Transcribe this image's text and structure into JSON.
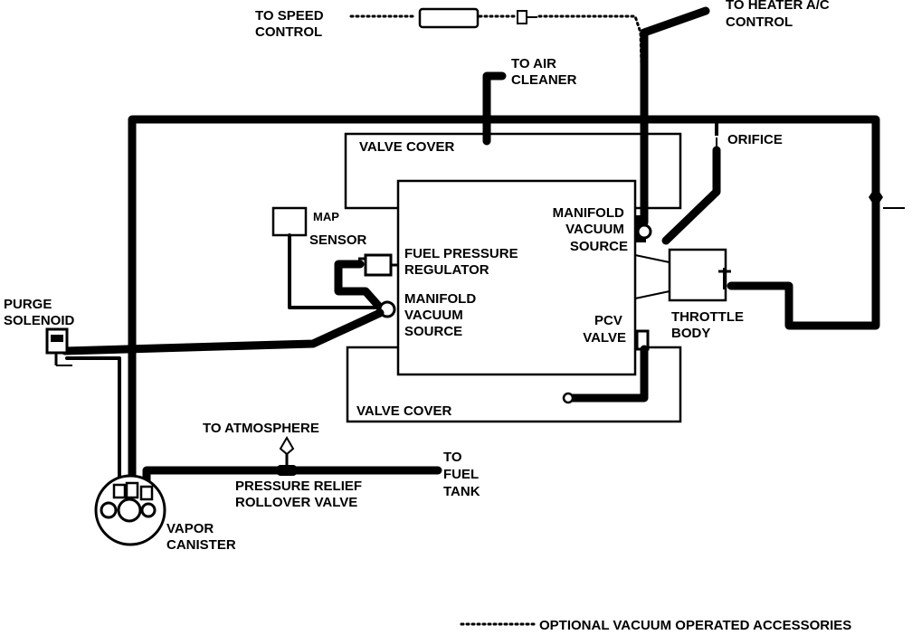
{
  "labels": {
    "to_speed_control": [
      "TO SPEED",
      "CONTROL"
    ],
    "to_heater_ac_control": [
      "TO HEATER A/C",
      "CONTROL"
    ],
    "to_air_cleaner": [
      "TO AIR",
      "CLEANER"
    ],
    "valve_cover_top": "VALVE COVER",
    "orifice": "ORIFICE",
    "map_sensor": [
      "MAP",
      "SENSOR"
    ],
    "manifold_vacuum_source_right": [
      "MANIFOLD",
      "VACUUM",
      "SOURCE"
    ],
    "fuel_pressure_regulator": [
      "FUEL PRESSURE",
      "REGULATOR"
    ],
    "manifold_vacuum_source_left": [
      "MANIFOLD",
      "VACUUM",
      "SOURCE"
    ],
    "purge_solenoid": [
      "PURGE",
      "SOLENOID"
    ],
    "pcv_valve": [
      "PCV",
      "VALVE"
    ],
    "throttle_body": [
      "THROTTLE",
      "BODY"
    ],
    "valve_cover_bottom": "VALVE COVER",
    "to_atmosphere": "TO ATMOSPHERE",
    "to_fuel_tank": [
      "TO",
      "FUEL",
      "TANK"
    ],
    "pressure_relief_rollover_valve": [
      "PRESSURE RELIEF",
      "ROLLOVER VALVE"
    ],
    "vapor_canister": [
      "VAPOR",
      "CANISTER"
    ],
    "legend_optional": "OPTIONAL VACUUM OPERATED ACCESSORIES"
  }
}
